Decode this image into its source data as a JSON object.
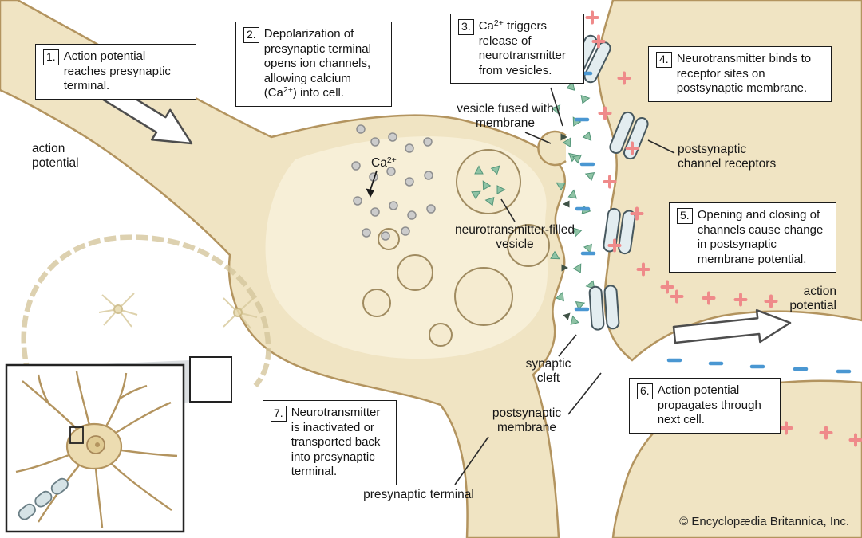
{
  "callouts": {
    "c1": {
      "num": "1.",
      "text": "Action potential reaches presynaptic terminal."
    },
    "c2": {
      "num": "2.",
      "t1": "Depolarization of presynaptic terminal opens ion channels, allowing calcium (Ca",
      "sup": "2+",
      "t2": ") into cell."
    },
    "c3": {
      "num": "3.",
      "t1": "Ca",
      "sup": "2+",
      "t2": " triggers release of neurotransmitter from vesicles."
    },
    "c4": {
      "num": "4.",
      "text": "Neurotransmitter binds to receptor sites on postsynaptic membrane."
    },
    "c5": {
      "num": "5.",
      "text": "Opening and closing of channels cause change in postsynaptic membrane potential."
    },
    "c6": {
      "num": "6.",
      "text": "Action potential propagates through next cell."
    },
    "c7": {
      "num": "7.",
      "text": "Neurotransmitter is inactivated or transported back into presynaptic terminal."
    }
  },
  "labels": {
    "action_potential_left": "action potential",
    "ca_symbol": "Ca",
    "ca_charge": "2+",
    "vesicle_fused": "vesicle fused with membrane",
    "neurotransmitter_vesicle": "neurotransmitter-filled vesicle",
    "channel_receptors": "postsynaptic channel receptors",
    "action_potential_right": "action potential",
    "synaptic_cleft": "synaptic cleft",
    "postsynaptic_membrane": "postsynaptic membrane",
    "presynaptic_terminal": "presynaptic terminal"
  },
  "credit": "© Encyclopædia Britannica, Inc.",
  "colors": {
    "cell_fill": "#f0e4c3",
    "cell_inner": "#f7efd7",
    "cell_outline": "#b3945f",
    "plus_sign": "#ef8a8a",
    "minus_sign": "#4a97d2",
    "neurotransmitter_green": "#8fc3a5",
    "neurotransmitter_dark": "#3f5246",
    "receptor_fill": "#e3edf0",
    "calcium_ion": "#cccccc"
  }
}
